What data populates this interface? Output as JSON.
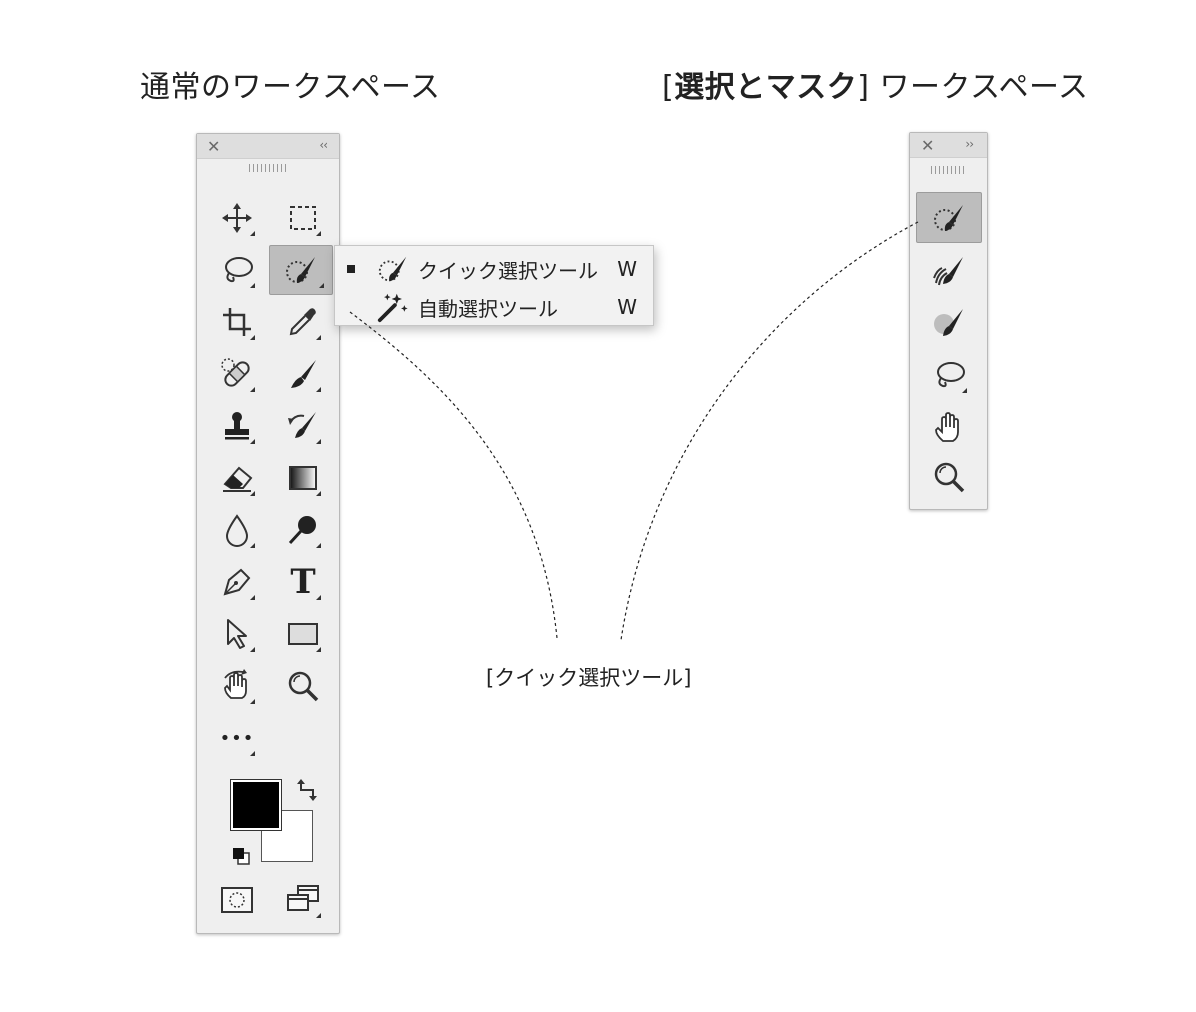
{
  "headings": {
    "left": "通常のワークスペース",
    "right_bracket_open": "[",
    "right_bold": "選択とマスク",
    "right_bracket_close": "]",
    "right_rest": " ワークスペース"
  },
  "panel": {
    "close_glyph": "✕",
    "collapse_glyph": "‹‹",
    "expand_glyph": "››"
  },
  "flyout": {
    "items": [
      {
        "label": "クイック選択ツール",
        "shortcut": "W",
        "selected": true,
        "icon": "quick-selection-icon"
      },
      {
        "label": "自動選択ツール",
        "shortcut": "W",
        "selected": false,
        "icon": "magic-wand-icon"
      }
    ]
  },
  "tools_left": [
    "move-icon",
    "marquee-icon",
    "lasso-icon",
    "quick-selection-icon",
    "crop-icon",
    "eyedropper-icon",
    "healing-brush-icon",
    "brush-icon",
    "clone-stamp-icon",
    "history-brush-icon",
    "eraser-icon",
    "gradient-icon",
    "blur-icon",
    "dodge-icon",
    "pen-icon",
    "type-icon",
    "path-selection-icon",
    "rectangle-icon",
    "hand-rotate-icon",
    "zoom-icon",
    "more-tools-icon",
    "quick-mask-icon",
    "screen-mode-icon"
  ],
  "tools_right": [
    "quick-selection-icon",
    "refine-edge-brush-icon",
    "brush-icon",
    "lasso-icon",
    "hand-icon",
    "zoom-icon"
  ],
  "type_tool_glyph": "T",
  "more_tools_glyph": "•••",
  "colors": {
    "foreground": "#000000",
    "background": "#ffffff",
    "panel_bg": "#efefef",
    "active_tool_bg": "#bdbdbd"
  },
  "callout": "[クイック選択ツール]"
}
